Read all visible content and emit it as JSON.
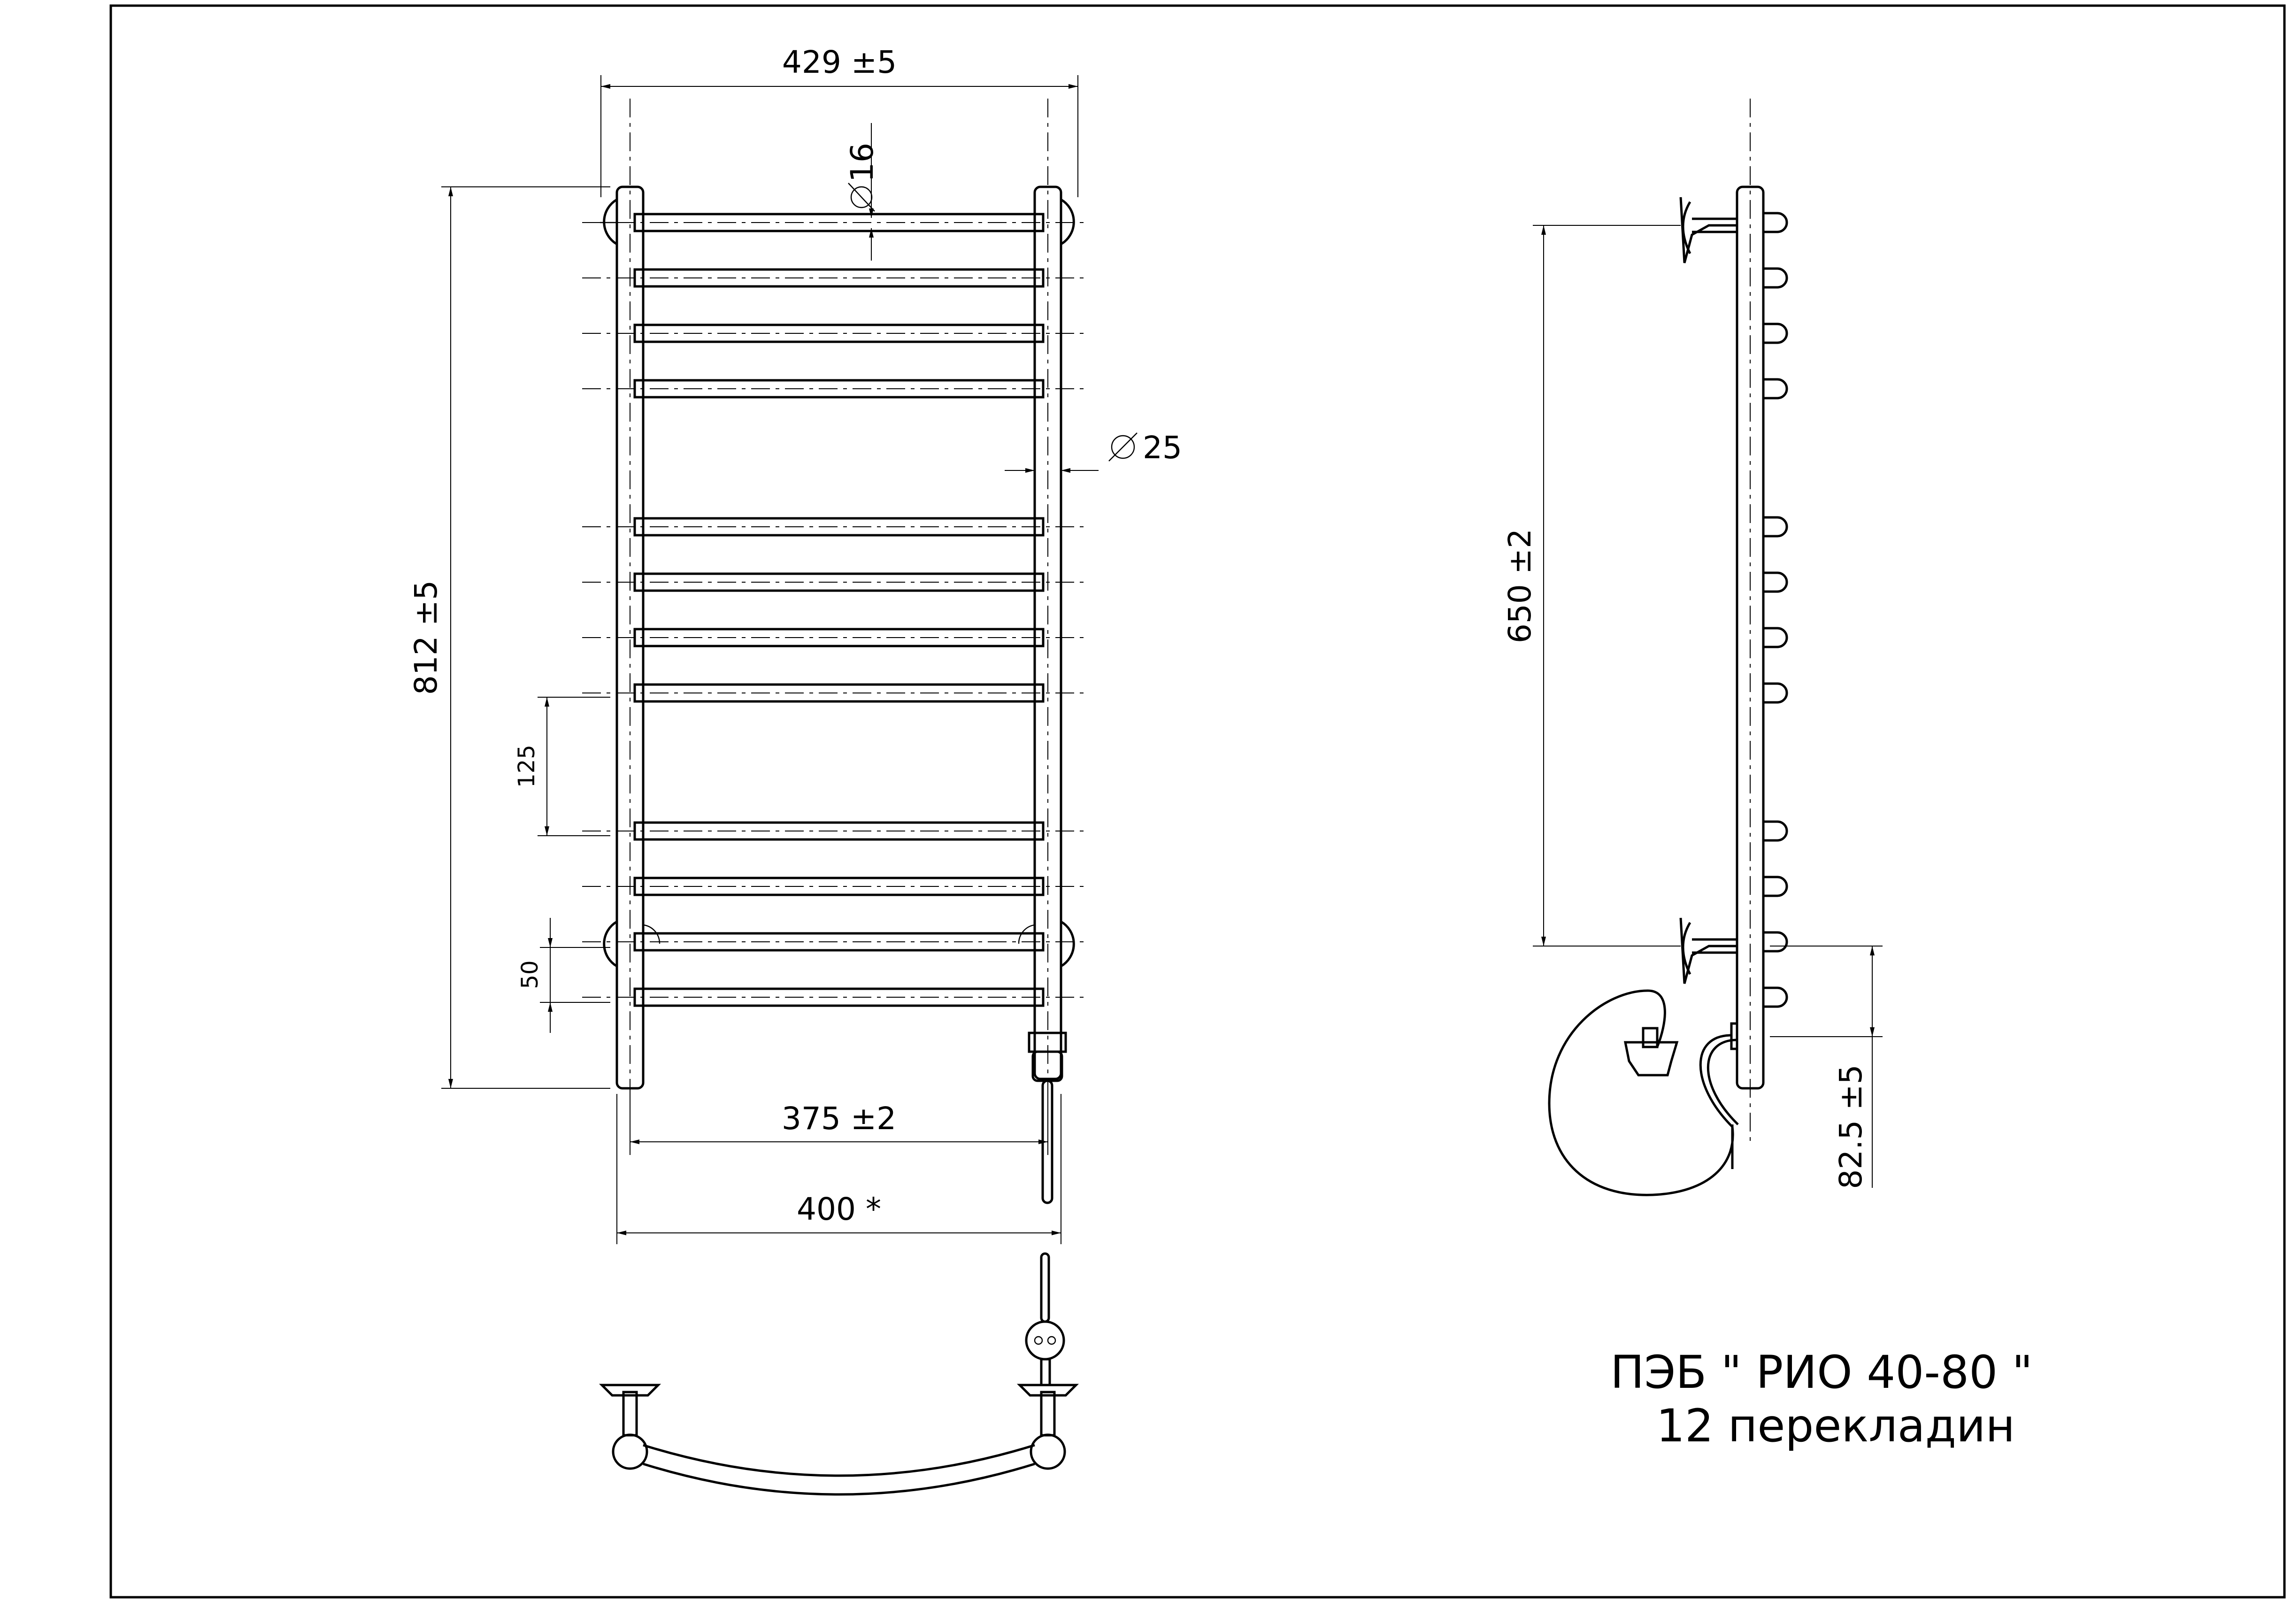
{
  "front_view": {
    "dim_overall_width": "429  ±5",
    "dim_rail_diameter": "16",
    "dim_post_diameter": "25",
    "dim_overall_height": "812  ±5",
    "dim_gap_large": "125",
    "dim_gap_small": "50",
    "dim_center_width": "375  ±2",
    "dim_mount_width": "400 *"
  },
  "side_view": {
    "dim_mount_spacing": "650  ±2",
    "dim_bottom_offset": "82.5  ±5"
  },
  "title": {
    "line1": "ПЭБ \" РИО 40-80 \"",
    "line2": "12 перекладин"
  },
  "diameter_symbol": "⌀"
}
